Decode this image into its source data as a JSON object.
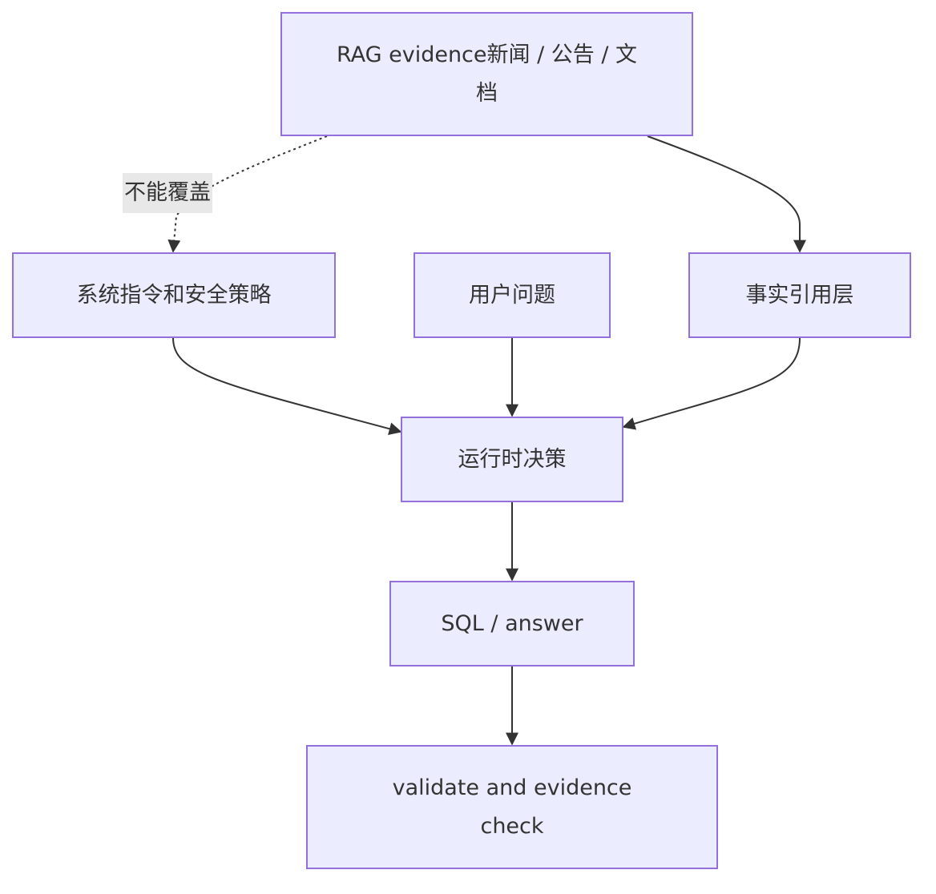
{
  "nodes": {
    "rag": "RAG evidence新闻 / 公告 / 文档",
    "system": "系统指令和安全策略",
    "question": "用户问题",
    "facts": "事实引用层",
    "runtime": "运行时决策",
    "sql": "SQL / answer",
    "validate": "validate and evidence check"
  },
  "edges": [
    {
      "from": "rag",
      "to": "system",
      "style": "dotted",
      "label": "不能覆盖"
    },
    {
      "from": "rag",
      "to": "facts",
      "style": "solid"
    },
    {
      "from": "system",
      "to": "runtime",
      "style": "solid"
    },
    {
      "from": "question",
      "to": "runtime",
      "style": "solid"
    },
    {
      "from": "facts",
      "to": "runtime",
      "style": "solid"
    },
    {
      "from": "runtime",
      "to": "sql",
      "style": "solid"
    },
    {
      "from": "sql",
      "to": "validate",
      "style": "solid"
    }
  ],
  "colors": {
    "node_fill": "#ececff",
    "node_border": "#9370db",
    "edge": "#333333",
    "label_bg": "#e8e8e8"
  }
}
